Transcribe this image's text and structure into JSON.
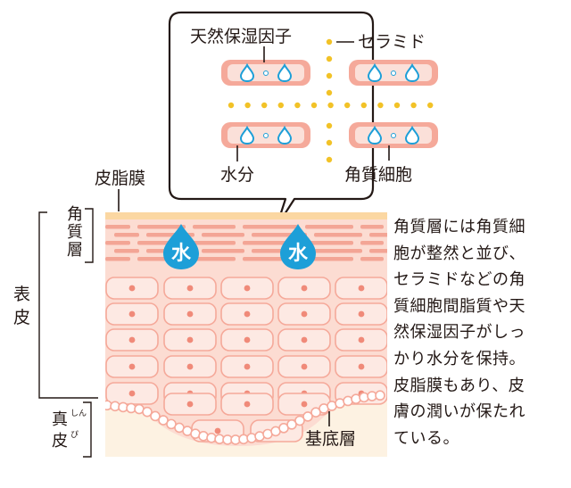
{
  "labels": {
    "nmf": "天然保湿因子",
    "ceramide": "セラミド",
    "water": "水分",
    "corneocyte": "角質細胞",
    "sebum": "皮脂膜",
    "stratum_corneum": [
      "角",
      "質",
      "層"
    ],
    "epidermis": [
      "表",
      "皮"
    ],
    "dermis": [
      "真",
      "皮"
    ],
    "dermis_ruby": [
      "しん",
      "ぴ"
    ],
    "basal_layer": "基底層",
    "water_drop": "水"
  },
  "description": [
    "角質層には角質細",
    "胞が整然と並び、",
    "セラミドなどの角",
    "質細胞間脂質や天",
    "然保湿因子がしっ",
    "かり水分を保持。",
    "皮脂膜もあり、皮",
    "膚の潤いが保たれ",
    "ている。"
  ],
  "colors": {
    "cell_pink": "#f5a99a",
    "cell_inner": "#fbe0d9",
    "layer_bg": "#fcdcd2",
    "dermis_bg": "#fdf2e2",
    "sebum": "#fbd7a2",
    "ceramide_dot": "#f2c227",
    "water_blue": "#1d9fd8",
    "line": "#231815"
  }
}
